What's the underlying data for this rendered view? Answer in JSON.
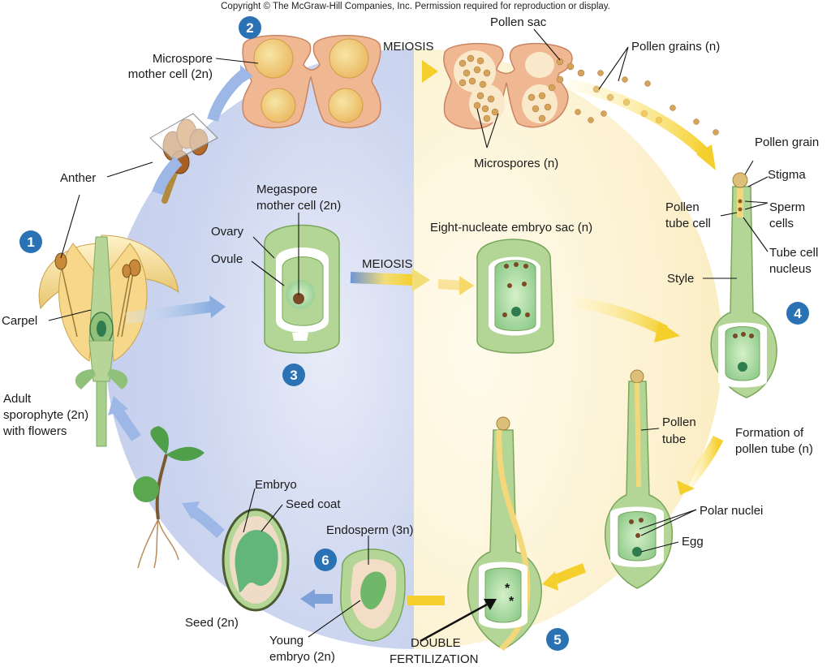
{
  "copyright": "Copyright © The McGraw-Hill Companies, Inc. Permission required for reproduction or display.",
  "steps": [
    "1",
    "2",
    "3",
    "4",
    "5",
    "6"
  ],
  "labels": {
    "microspore_mother_cell_1": "Microspore",
    "microspore_mother_cell_2": "mother cell (2n)",
    "meiosis_top": "MEIOSIS",
    "pollen_sac": "Pollen sac",
    "pollen_grains": "Pollen grains (n)",
    "microspores": "Microspores (n)",
    "anther": "Anther",
    "megaspore_mother_cell_1": "Megaspore",
    "megaspore_mother_cell_2": "mother cell (2n)",
    "ovary": "Ovary",
    "ovule": "Ovule",
    "meiosis_middle": "MEIOSIS",
    "eight_nucleate": "Eight-nucleate embryo sac (n)",
    "carpel": "Carpel",
    "adult_1": "Adult",
    "adult_2": "sporophyte (2n)",
    "adult_3": "with flowers",
    "pollen_grain": "Pollen grain",
    "stigma": "Stigma",
    "pollen_tube_cell_1": "Pollen",
    "pollen_tube_cell_2": "tube cell",
    "sperm_cells_1": "Sperm",
    "sperm_cells_2": "cells",
    "tube_cell_nucleus_1": "Tube cell",
    "tube_cell_nucleus_2": "nucleus",
    "style": "Style",
    "pollen_tube_1": "Pollen",
    "pollen_tube_2": "tube",
    "formation_1": "Formation of",
    "formation_2": "pollen tube (n)",
    "polar_nuclei": "Polar nuclei",
    "egg": "Egg",
    "embryo": "Embryo",
    "seed_coat": "Seed coat",
    "endosperm": "Endosperm (3n)",
    "seed": "Seed (2n)",
    "young_embryo_1": "Young",
    "young_embryo_2": "embryo (2n)",
    "double_1": "DOUBLE",
    "double_2": "FERTILIZATION"
  },
  "colors": {
    "diploid_phase": "#c9d3ef",
    "haploid_phase": "#fcf3d2",
    "step_badge": "#2a72b4",
    "tissue_green": "#a9cf8e",
    "anther_orange": "#f0b892",
    "arrow_yellow": "#f7d84c",
    "arrow_blue": "#8fb1e2"
  }
}
